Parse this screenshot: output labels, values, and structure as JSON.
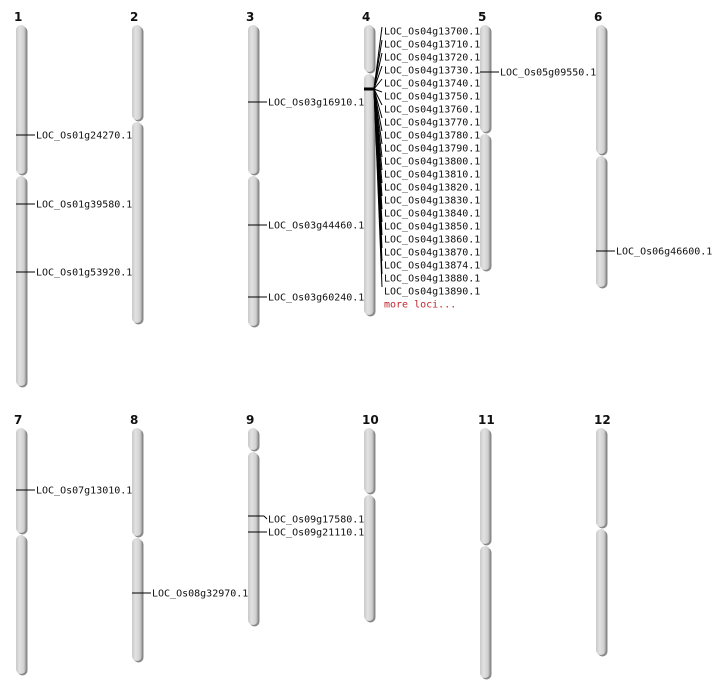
{
  "chromosomes": [
    {
      "label": "1",
      "genes": [
        "LOC_Os01g24270.1",
        "LOC_Os01g39580.1",
        "LOC_Os01g53920.1"
      ]
    },
    {
      "label": "2",
      "genes": []
    },
    {
      "label": "3",
      "genes": [
        "LOC_Os03g16910.1",
        "LOC_Os03g44460.1",
        "LOC_Os03g60240.1"
      ]
    },
    {
      "label": "4",
      "genes": [
        "LOC_Os04g13700.1",
        "LOC_Os04g13710.1",
        "LOC_Os04g13720.1",
        "LOC_Os04g13730.1",
        "LOC_Os04g13740.1",
        "LOC_Os04g13750.1",
        "LOC_Os04g13760.1",
        "LOC_Os04g13770.1",
        "LOC_Os04g13780.1",
        "LOC_Os04g13790.1",
        "LOC_Os04g13800.1",
        "LOC_Os04g13810.1",
        "LOC_Os04g13820.1",
        "LOC_Os04g13830.1",
        "LOC_Os04g13840.1",
        "LOC_Os04g13850.1",
        "LOC_Os04g13860.1",
        "LOC_Os04g13870.1",
        "LOC_Os04g13874.1",
        "LOC_Os04g13880.1",
        "LOC_Os04g13890.1"
      ],
      "more_label": "more loci..."
    },
    {
      "label": "5",
      "genes": [
        "LOC_Os05g09550.1"
      ]
    },
    {
      "label": "6",
      "genes": [
        "LOC_Os06g46600.1"
      ]
    },
    {
      "label": "7",
      "genes": [
        "LOC_Os07g13010.1"
      ]
    },
    {
      "label": "8",
      "genes": [
        "LOC_Os08g32970.1"
      ]
    },
    {
      "label": "9",
      "genes": [
        "LOC_Os09g17580.1",
        "LOC_Os09g21110.1"
      ]
    },
    {
      "label": "10",
      "genes": []
    },
    {
      "label": "11",
      "genes": []
    },
    {
      "label": "12",
      "genes": []
    }
  ],
  "colors": {
    "chromosome": "#d4d4d4",
    "shadow": "#8a8a8a",
    "more_loci": "#c0262d"
  }
}
